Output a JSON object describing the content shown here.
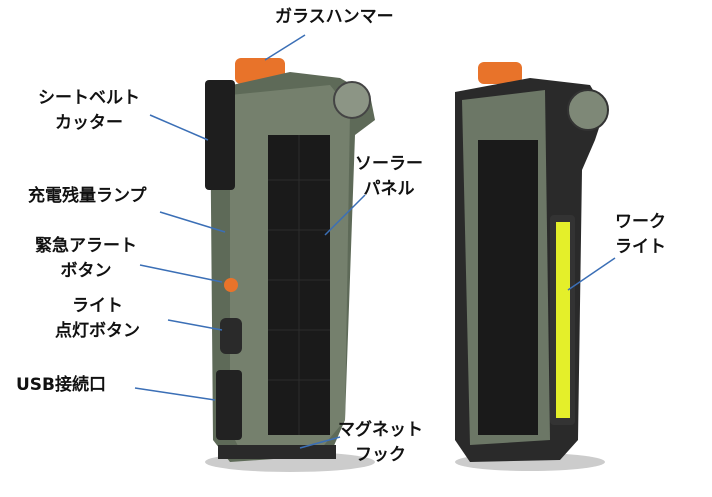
{
  "labels": {
    "glass_hammer": [
      "ガラスハンマー"
    ],
    "seatbelt_cutter": [
      "シートベルト",
      "カッター"
    ],
    "battery_lamp": [
      "充電残量ランプ"
    ],
    "alert_button": [
      "緊急アラート",
      "ボタン"
    ],
    "light_button": [
      "ライト",
      "点灯ボタン"
    ],
    "usb_port": [
      "USB接続口"
    ],
    "solar_panel": [
      "ソーラー",
      "パネル"
    ],
    "work_light": [
      "ワーク",
      "ライト"
    ],
    "magnet_hook": [
      "マグネット",
      "フック"
    ]
  },
  "colors": {
    "leader_line": "#3b6fb6",
    "body": "#6f7a68",
    "accent": "#e8732a",
    "led": "#e4ef2a"
  }
}
